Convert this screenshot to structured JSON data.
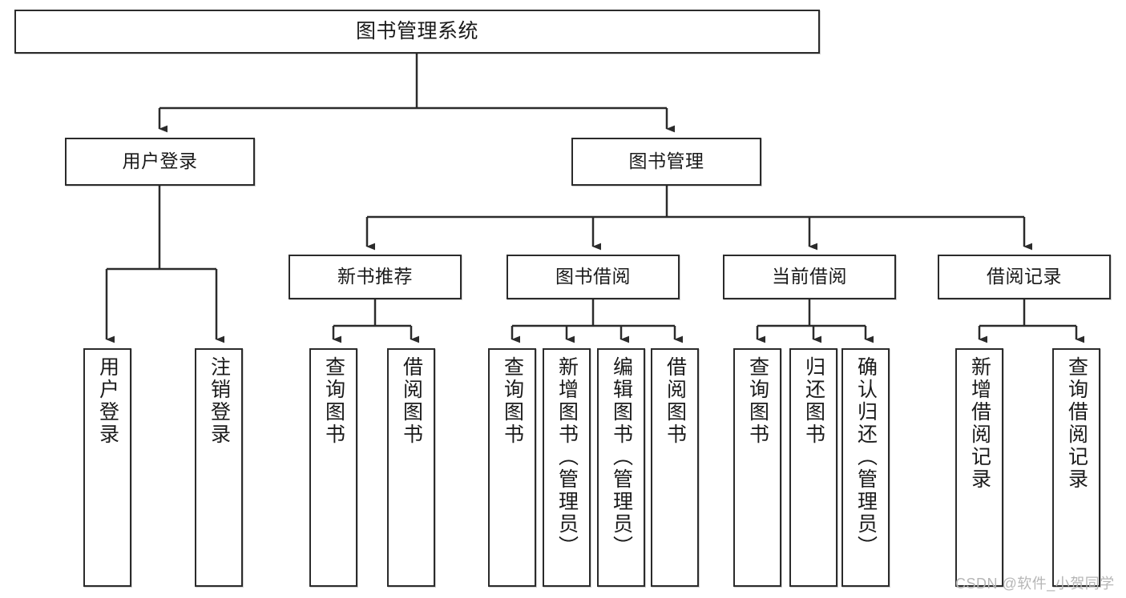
{
  "diagram": {
    "title_text": "图书管理系统",
    "type": "tree-hierarchy",
    "stroke_color": "#2b2b2b",
    "fill_color": "#ffffff",
    "watermark": "CSDN @软件_小贺同学",
    "nodes": {
      "root": {
        "label": "图书管理系统"
      },
      "level1": [
        {
          "label": "用户登录"
        },
        {
          "label": "图书管理"
        }
      ],
      "level2": [
        {
          "label": "新书推荐"
        },
        {
          "label": "图书借阅"
        },
        {
          "label": "当前借阅"
        },
        {
          "label": "借阅记录"
        }
      ],
      "leaves": {
        "user_login": [
          {
            "label": "用户登录"
          },
          {
            "label": "注销登录"
          }
        ],
        "new_book_recommend": [
          {
            "label": "查询图书"
          },
          {
            "label": "借阅图书"
          }
        ],
        "book_borrow": [
          {
            "label": "查询图书"
          },
          {
            "label": "新增图书（管理员）"
          },
          {
            "label": "编辑图书（管理员）"
          },
          {
            "label": "借阅图书"
          }
        ],
        "current_borrow": [
          {
            "label": "查询图书"
          },
          {
            "label": "归还图书"
          },
          {
            "label": "确认归还（管理员）"
          }
        ],
        "borrow_record": [
          {
            "label": "新增借阅记录"
          },
          {
            "label": "查询借阅记录"
          }
        ]
      }
    }
  }
}
